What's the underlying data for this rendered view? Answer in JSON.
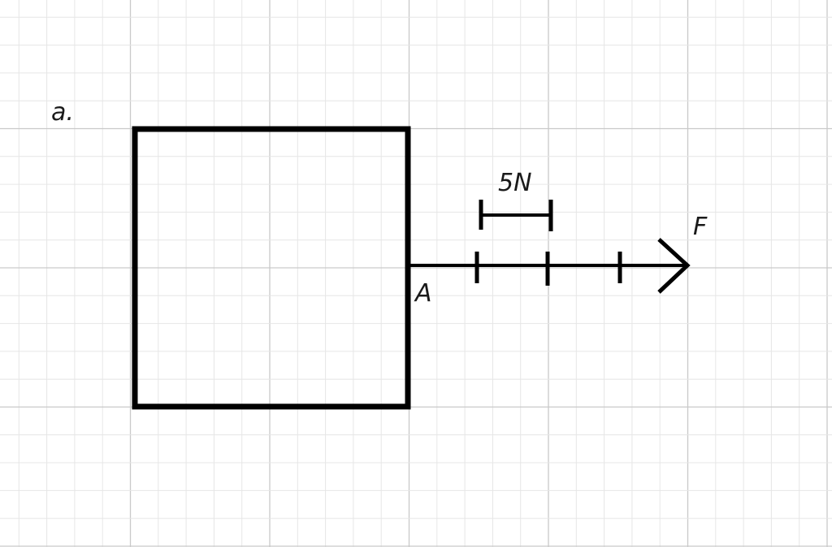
{
  "diagram": {
    "part_label": "a.",
    "point_label": "A",
    "force_label": "F",
    "scale_label": "5N"
  },
  "colors": {
    "ink": "#000000",
    "grid_major": "#c9c9c9",
    "grid_minor": "#e6e6e6",
    "background": "#ffffff"
  }
}
